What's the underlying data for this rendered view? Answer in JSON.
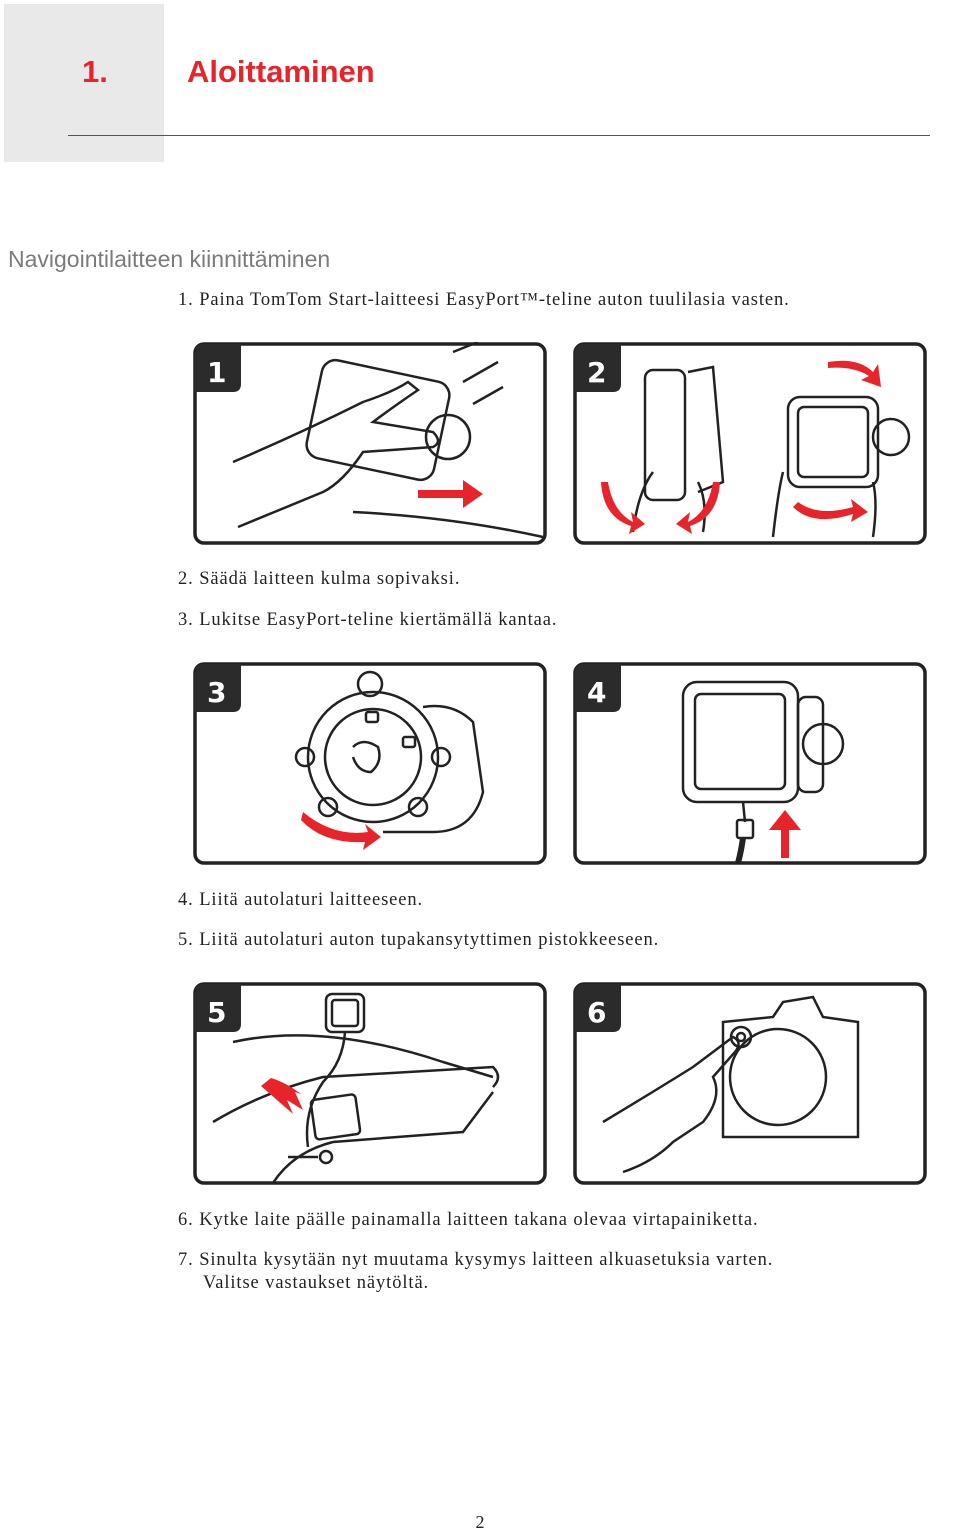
{
  "chapter": {
    "number": "1.",
    "title": "Aloittaminen"
  },
  "section": {
    "heading": "Navigointilaitteen kiinnittäminen"
  },
  "steps": {
    "s1": "1. Paina TomTom Start-laitteesi EasyPort™-teline auton tuulilasia vasten.",
    "s2": "2. Säädä laitteen kulma sopivaksi.",
    "s3": "3. Lukitse EasyPort-teline kiertämällä kantaa.",
    "s4": "4. Liitä autolaturi laitteeseen.",
    "s5": "5. Liitä autolaturi auton tupakansytyttimen pistokkeeseen.",
    "s6": "6. Kytke laite päälle painamalla laitteen takana olevaa virtapainiketta.",
    "s7a": "7. Sinulta kysytään nyt muutama kysymys laitteen alkuasetuksia varten.",
    "s7b": "Valitse vastaukset näytöltä."
  },
  "panels": {
    "p1": {
      "number": "1"
    },
    "p2": {
      "number": "2"
    },
    "p3": {
      "number": "3"
    },
    "p4": {
      "number": "4"
    },
    "p5": {
      "number": "5"
    },
    "p6": {
      "number": "6"
    }
  },
  "footer": {
    "page_number": "2"
  },
  "colors": {
    "accent": "#e8242b",
    "badge": "#2b2b2b",
    "heading_gray": "#7b7b7b",
    "chapter_box": "#e9e9e9"
  }
}
